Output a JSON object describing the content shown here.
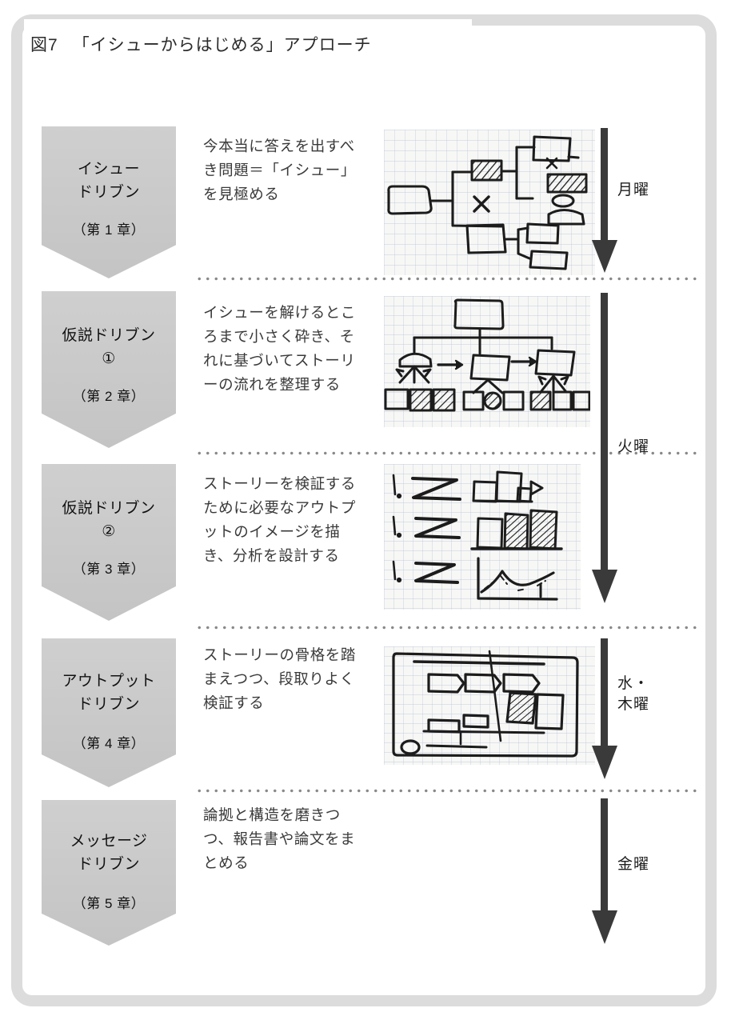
{
  "figure": {
    "number": "図7",
    "title": "「イシューからはじめる」アプローチ"
  },
  "rows": [
    {
      "stage_title": "イシュー\nドリブン",
      "chapter": "（第 1 章）",
      "description": "今本当に答えを出すべき問題＝「イシュー」を見極める",
      "sketch_name": "issue-map-sketch"
    },
    {
      "stage_title": "仮説ドリブン\n①",
      "chapter": "（第 2 章）",
      "description": "イシューを解けるところまで小さく砕き、それに基づいてストーリーの流れを整理する",
      "sketch_name": "issue-tree-sketch"
    },
    {
      "stage_title": "仮説ドリブン\n②",
      "chapter": "（第 3 章）",
      "description": "ストーリーを検証するために必要なアウトプットのイメージを描き、分析を設計する",
      "sketch_name": "output-image-sketch"
    },
    {
      "stage_title": "アウトプット\nドリブン",
      "chapter": "（第 4 章）",
      "description": "ストーリーの骨格を踏まえつつ、段取りよく検証する",
      "sketch_name": "gantt-sketch"
    },
    {
      "stage_title": "メッセージ\nドリブン",
      "chapter": "（第 5 章）",
      "description": "論拠と構造を磨きつつ、報告書や論文をまとめる",
      "sketch_name": "no-sketch"
    }
  ],
  "schedule": [
    {
      "label": "月曜",
      "arrow_name": "down-arrow-monday"
    },
    {
      "label": "火曜",
      "arrow_name": "down-arrow-tuesday"
    },
    {
      "label": "水・\n木曜",
      "arrow_name": "down-arrow-wed-thu"
    },
    {
      "label": "金曜",
      "arrow_name": "down-arrow-friday"
    }
  ],
  "colors": {
    "chevron_fill": "#c9c9c9",
    "frame_border": "#dcdcdc",
    "arrow": "#3a3a3a",
    "dot_separator": "#8a8a8a",
    "sketch_bg": "#f7f7f5",
    "sketch_ink": "#1c1c1c",
    "grid_line": "#c3cede"
  }
}
